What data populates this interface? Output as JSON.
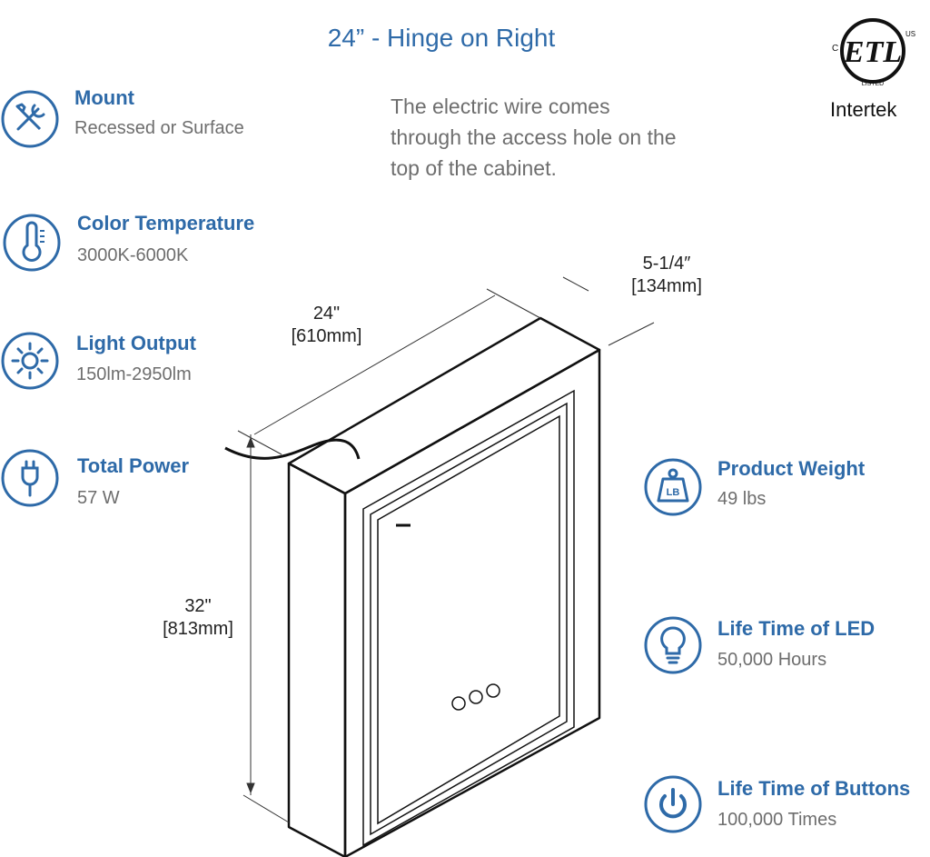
{
  "title": "24” - Hinge on Right",
  "note": "The electric wire comes through the access hole on the top of the cabinet.",
  "certification": {
    "logo_text": "ETL",
    "listed_text": "LISTED",
    "us_mark": "US",
    "c_mark": "C",
    "brand": "Intertek"
  },
  "features_left": [
    {
      "icon": "tools-icon",
      "title": "Mount",
      "value": "Recessed or Surface"
    },
    {
      "icon": "thermometer-icon",
      "title": "Color Temperature",
      "value": "3000K-6000K"
    },
    {
      "icon": "sun-icon",
      "title": "Light Output",
      "value": "150lm-2950lm"
    },
    {
      "icon": "plug-icon",
      "title": "Total Power",
      "value": "57 W"
    }
  ],
  "features_right": [
    {
      "icon": "weight-icon",
      "title": "Product Weight",
      "value": "49 lbs"
    },
    {
      "icon": "bulb-icon",
      "title": "Life Time of LED",
      "value": "50,000 Hours"
    },
    {
      "icon": "power-icon",
      "title": "Life Time of Buttons",
      "value": "100,000 Times"
    }
  ],
  "dimensions": {
    "width": {
      "imperial": "24\"",
      "metric": "[610mm]"
    },
    "depth": {
      "imperial": "5-1/4″",
      "metric": "[134mm]"
    },
    "height": {
      "imperial": "32\"",
      "metric": "[813mm]"
    }
  },
  "icon_labels": {
    "weight": "LB"
  },
  "colors": {
    "accent": "#2e6aa8",
    "text_gray": "#6e6e6e"
  }
}
